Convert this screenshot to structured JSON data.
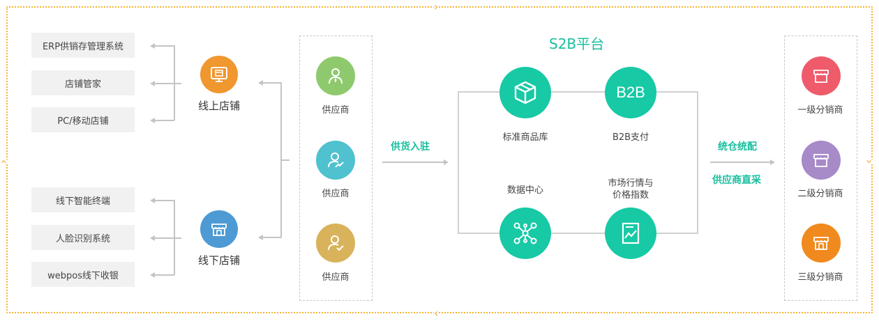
{
  "left_top_items": [
    "ERP供销存管理系统",
    "店铺管家",
    "PC/移动店铺"
  ],
  "left_bottom_items": [
    "线下智能终端",
    "人脸识别系统",
    "webpos线下收银"
  ],
  "online_store": {
    "label": "线上店铺",
    "icon": "monitor-store-icon",
    "color": "#f0972f"
  },
  "offline_store": {
    "label": "线下店铺",
    "icon": "storefront-icon",
    "color": "#4d9ad4"
  },
  "suppliers": [
    {
      "label": "供应商",
      "icon": "person-tie-icon",
      "color": "#8fc96d"
    },
    {
      "label": "供应商",
      "icon": "person-chart-icon",
      "color": "#4fc1cf"
    },
    {
      "label": "供应商",
      "icon": "person-check-icon",
      "color": "#d8b35c"
    }
  ],
  "supply_label": "供货入驻",
  "platform": {
    "title": "S2B平台",
    "nodes": [
      {
        "label": "标准商品库",
        "icon": "box-icon"
      },
      {
        "label": "B2B支付",
        "icon_text": "B2B"
      },
      {
        "label": "数据中心",
        "icon": "network-icon"
      },
      {
        "label_line1": "市场行情与",
        "label_line2": "价格指数",
        "icon": "chart-doc-icon"
      }
    ],
    "accent_color": "#17c9a5"
  },
  "right_labels": {
    "top": "统仓统配",
    "bottom": "供应商直采"
  },
  "distributors": [
    {
      "label": "一级分销商",
      "icon": "shop-icon",
      "color": "#ef5b6b"
    },
    {
      "label": "二级分销商",
      "icon": "shop-icon",
      "color": "#a78ac8"
    },
    {
      "label": "三级分销商",
      "icon": "shop-icon",
      "color": "#f08a1e"
    }
  ],
  "border_color": "#f5b331"
}
